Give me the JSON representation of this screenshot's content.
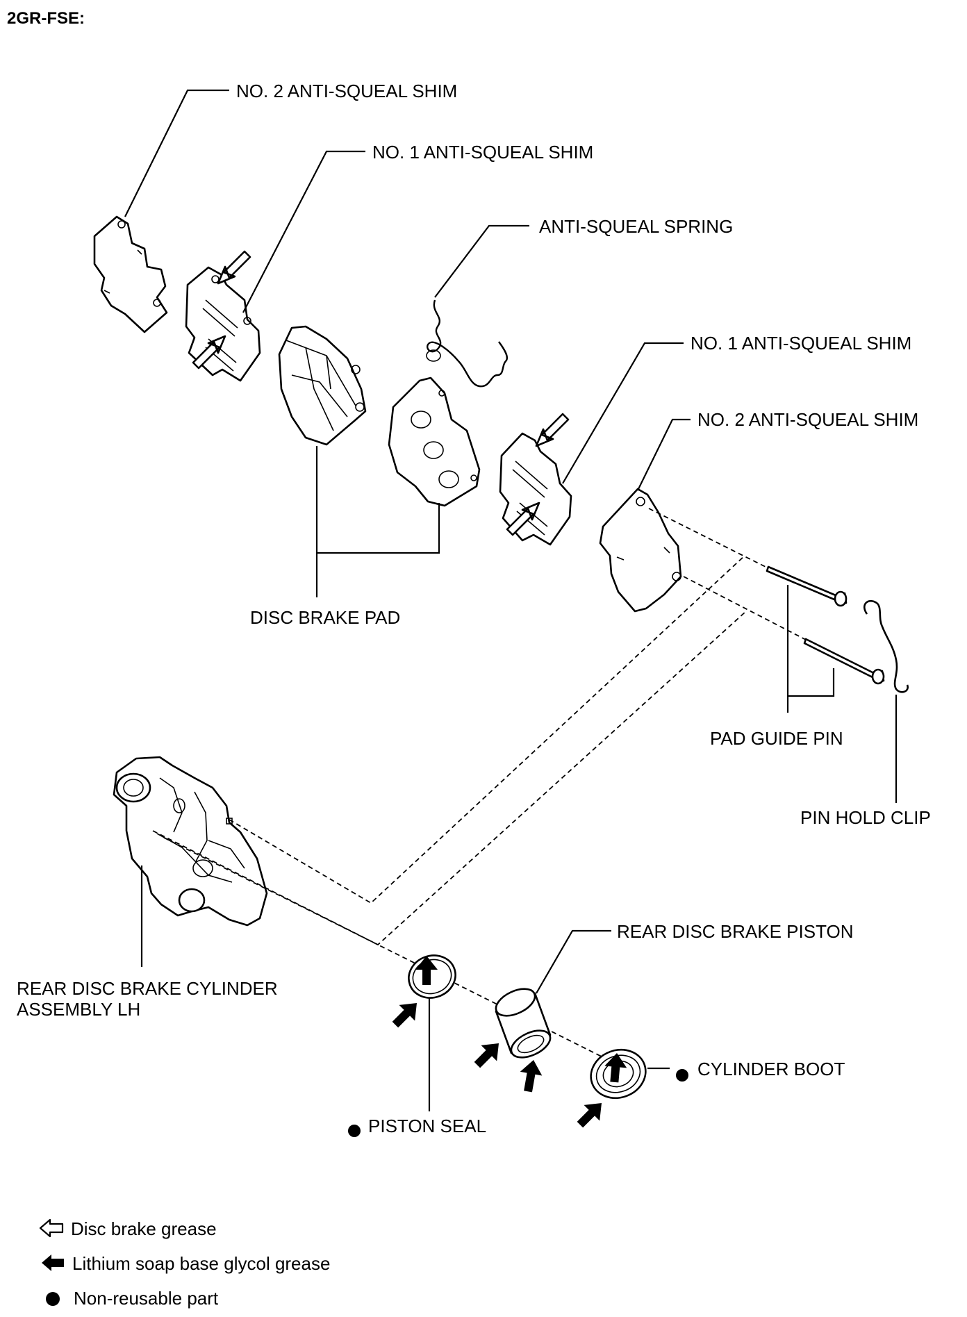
{
  "header": {
    "engine_code": "2GR-FSE:"
  },
  "labels": {
    "no2_shim_top": "NO. 2 ANTI-SQUEAL SHIM",
    "no1_shim_top": "NO. 1 ANTI-SQUEAL SHIM",
    "spring": "ANTI-SQUEAL SPRING",
    "no1_shim_right": "NO. 1 ANTI-SQUEAL SHIM",
    "no2_shim_right": "NO. 2 ANTI-SQUEAL SHIM",
    "disc_brake_pad": "DISC BRAKE PAD",
    "pad_guide_pin": "PAD GUIDE PIN",
    "pin_hold_clip": "PIN HOLD CLIP",
    "cylinder_assembly_line1": "REAR DISC BRAKE CYLINDER",
    "cylinder_assembly_line2": "ASSEMBLY LH",
    "piston": "REAR DISC BRAKE PISTON",
    "cylinder_boot": "CYLINDER BOOT",
    "piston_seal": "PISTON SEAL"
  },
  "legend": [
    {
      "icon": "hollow-arrow-icon",
      "text": "Disc brake grease"
    },
    {
      "icon": "solid-arrow-icon",
      "text": "Lithium soap base glycol grease"
    },
    {
      "icon": "filled-circle-icon",
      "text": "Non-reusable part"
    }
  ]
}
